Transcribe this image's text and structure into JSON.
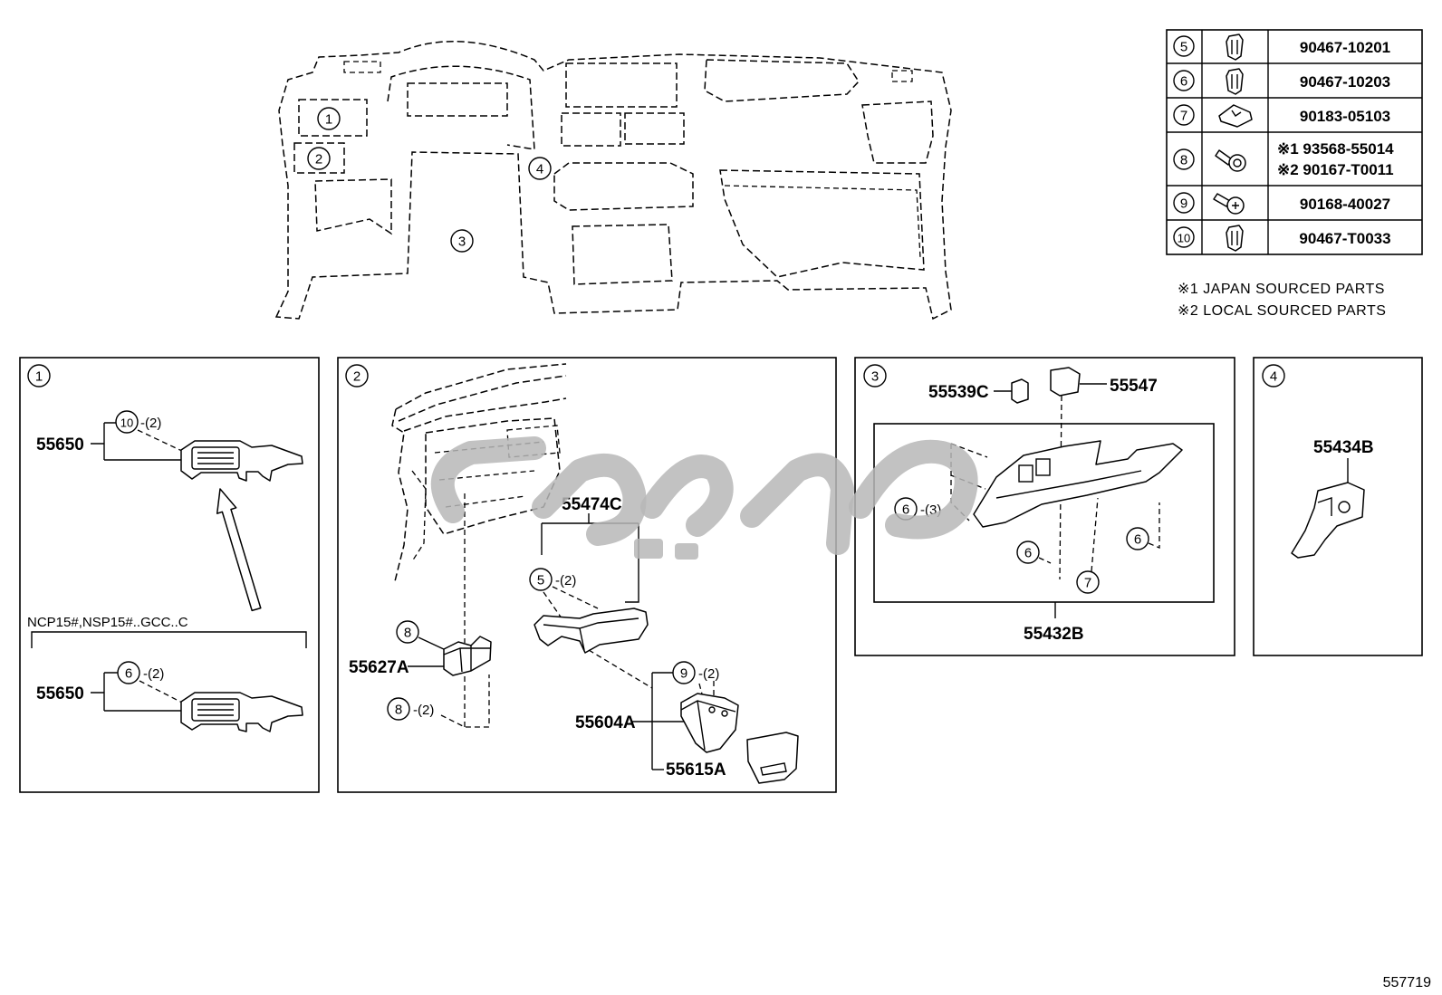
{
  "legend_table": {
    "rows": [
      {
        "ref": "5",
        "icon": "clip-icon",
        "parts": [
          "90467-10201"
        ]
      },
      {
        "ref": "6",
        "icon": "clip-icon",
        "parts": [
          "90467-10203"
        ]
      },
      {
        "ref": "7",
        "icon": "nut-clip-icon",
        "parts": [
          "90183-05103"
        ]
      },
      {
        "ref": "8",
        "icon": "screw-icon",
        "parts": [
          "※1 93568-55014",
          "※2 90167-T0011"
        ]
      },
      {
        "ref": "9",
        "icon": "screw-icon",
        "parts": [
          "90168-40027"
        ]
      },
      {
        "ref": "10",
        "icon": "clip-icon",
        "parts": [
          "90467-T0033"
        ]
      }
    ]
  },
  "notes": [
    "※1 JAPAN SOURCED PARTS",
    "※2 LOCAL SOURCED PARTS"
  ],
  "overview": {
    "labels": [
      "1",
      "2",
      "3",
      "4"
    ]
  },
  "panel1": {
    "label": "1",
    "part": "55650",
    "fastener_ref": "10",
    "fastener_qty": "-(2)",
    "variant_note": "NCP15#,NSP15#..GCC..C",
    "variant_part": "55650",
    "variant_fastener_ref": "6",
    "variant_fastener_qty": "-(2)"
  },
  "panel2": {
    "label": "2",
    "duct_part": "55474C",
    "duct_fastener_ref": "5",
    "duct_fastener_qty": "-(2)",
    "bracket_part": "55627A",
    "bracket_screw_ref_top": "8",
    "bracket_screw_ref_bottom": "8",
    "bracket_screw_qty": "-(2)",
    "pocket_part": "55604A",
    "pocket_screw_ref": "9",
    "pocket_screw_qty": "-(2)",
    "cover_part": "55615A"
  },
  "panel3": {
    "label": "3",
    "switch_part": "55539C",
    "hole_cover_part": "55547",
    "clip_ref_left": "6",
    "clip_qty_left": "-(3)",
    "clip_ref_mid": "6",
    "clip_ref_right": "6",
    "nut_ref": "7",
    "panel_part": "55432B"
  },
  "panel4": {
    "label": "4",
    "part": "55434B"
  },
  "diagram_id": "557719",
  "colors": {
    "line": "#000000",
    "watermark": "#b7b7b7"
  }
}
